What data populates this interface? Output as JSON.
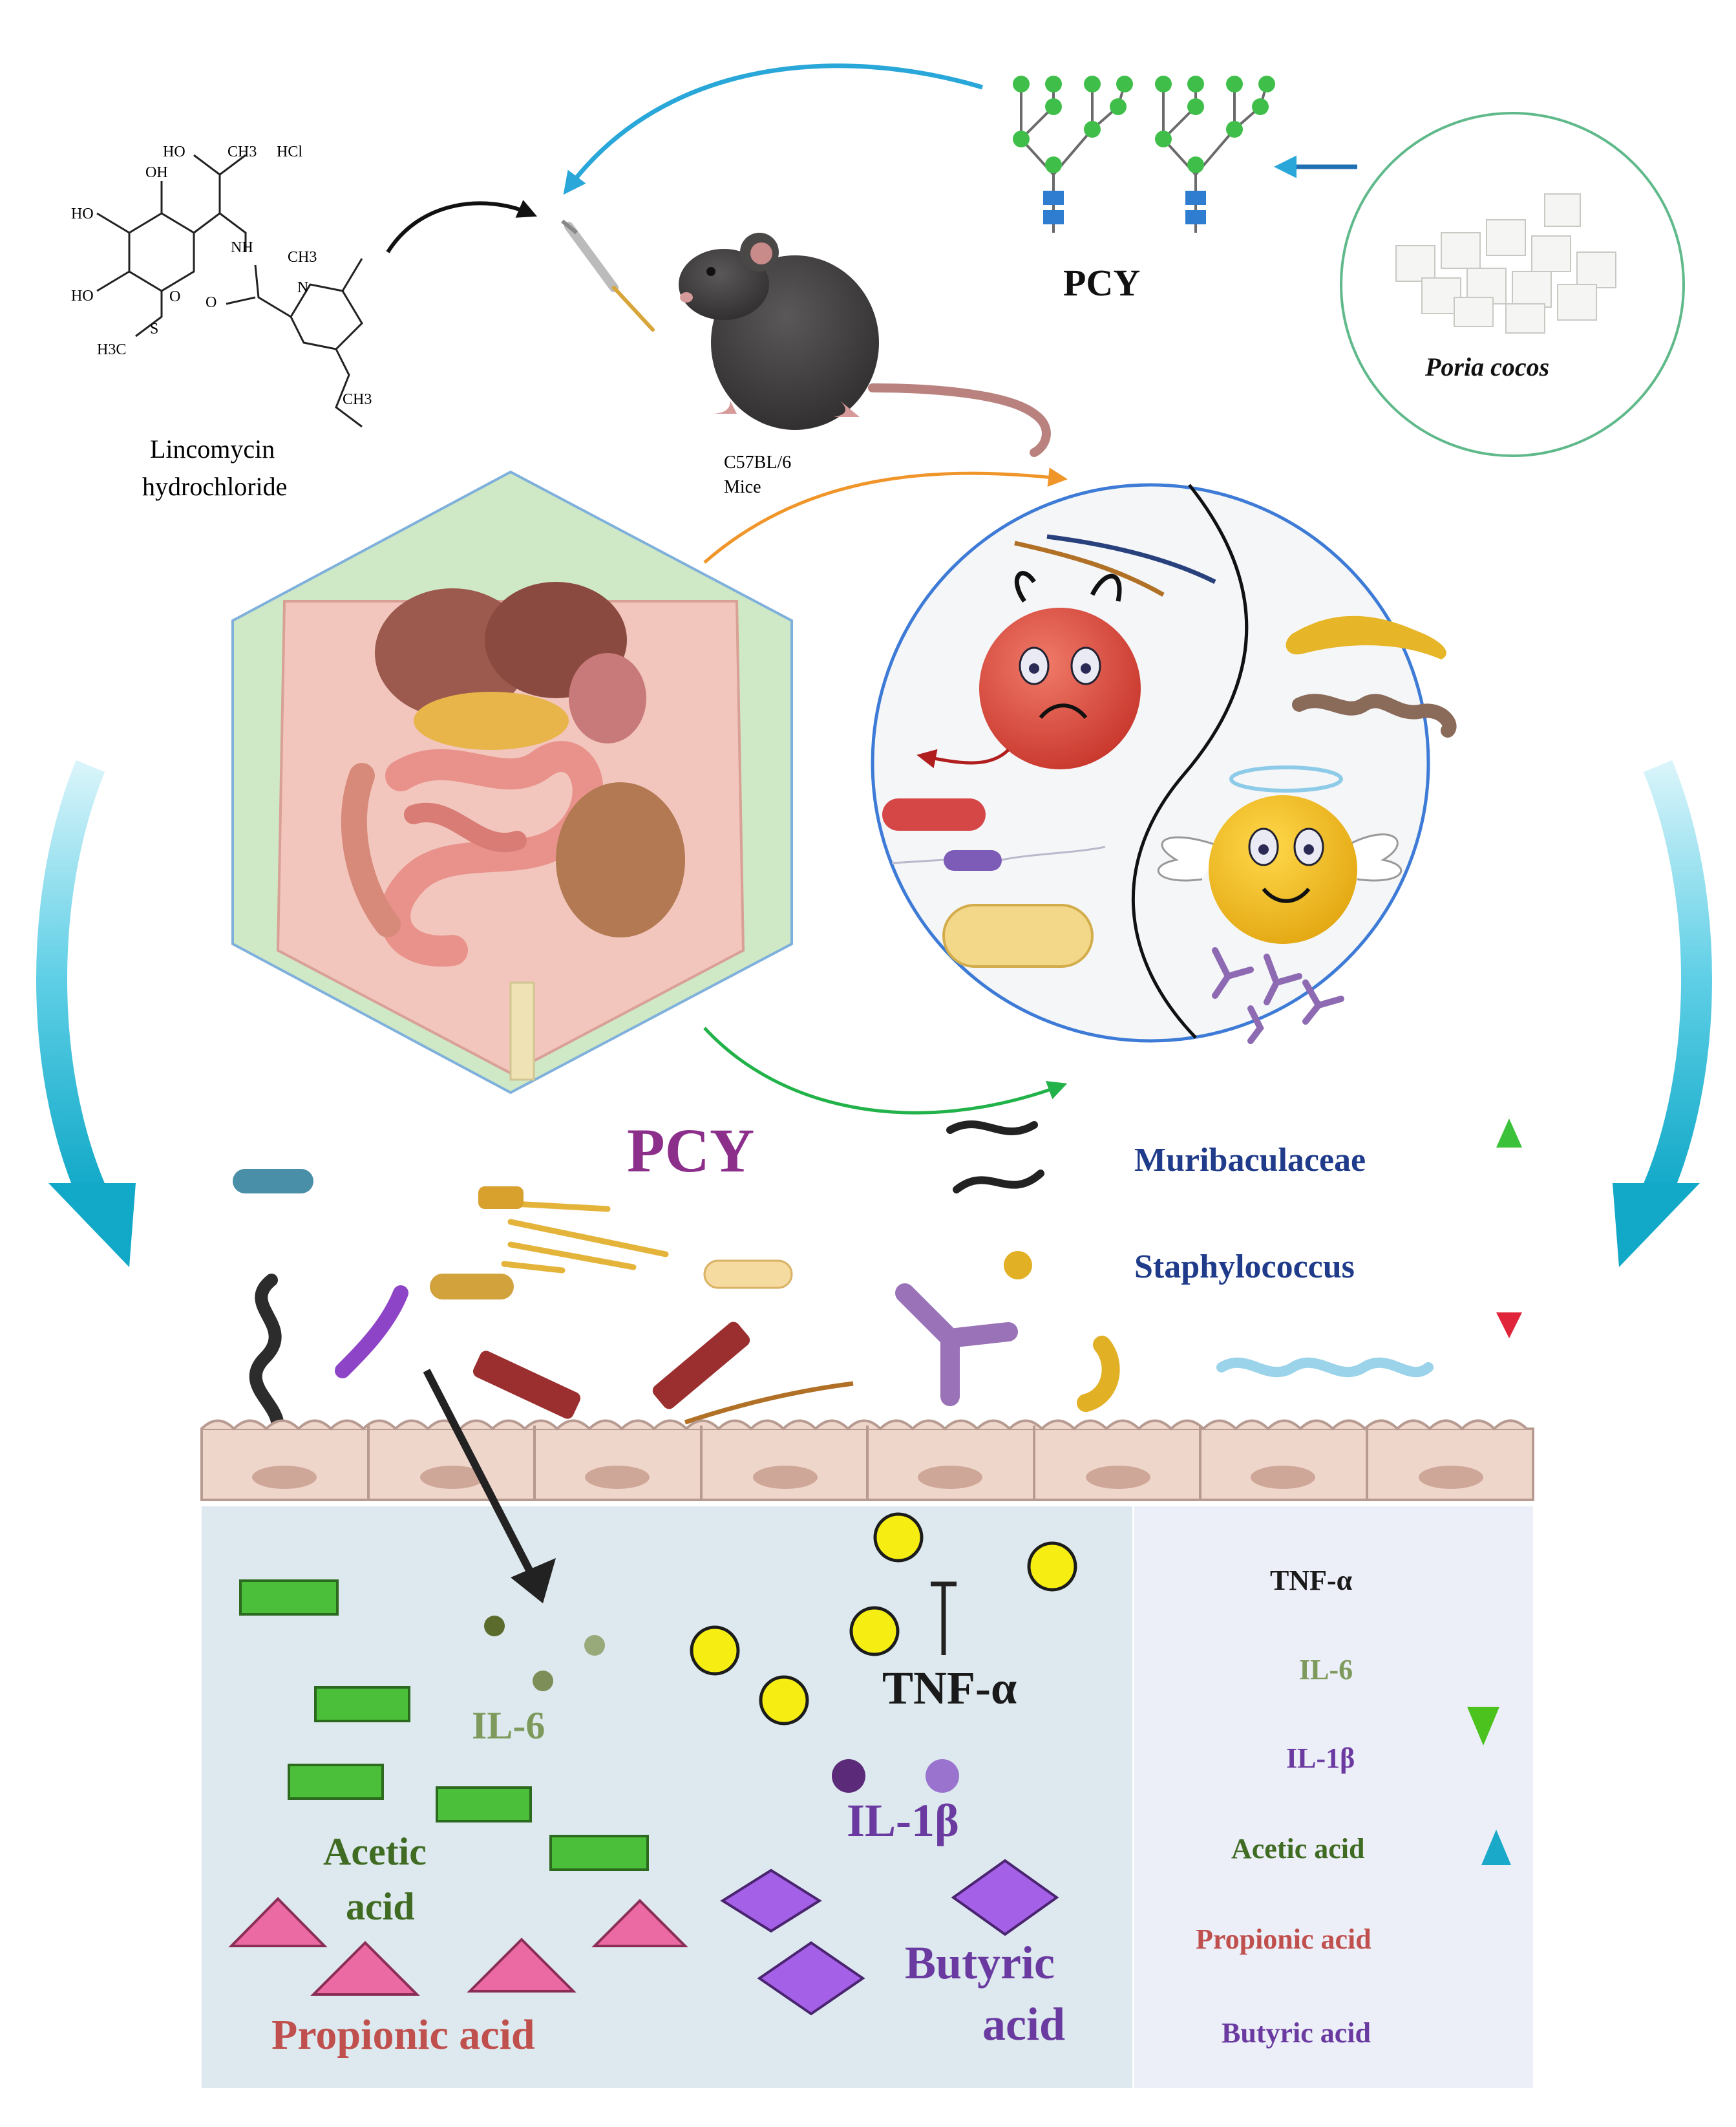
{
  "top": {
    "drug_name_line1": "Lincomycin",
    "drug_name_line2": "hydrochloride",
    "mouse_line1": "C57BL/6",
    "mouse_line2": "Mice",
    "pcy_top": "PCY",
    "poria": "Poria cocos"
  },
  "structure_labels": {
    "ho_top": "HO",
    "ch3_top": "CH3",
    "hcl": "HCl",
    "oh1": "OH",
    "ho_left1": "HO",
    "nh": "NH",
    "ch3_n": "CH3",
    "ho_left2": "HO",
    "o_ring": "O",
    "n": "N",
    "o_amide": "O",
    "s": "S",
    "h3c": "H3C",
    "ch3_end": "CH3"
  },
  "middle": {
    "pcy_mid": "PCY",
    "taxon_up": "Muribaculaceae",
    "taxon_down": "Staphylococcus"
  },
  "lumen": {
    "il6": "IL-6",
    "tnf": "TNF-α",
    "il1b": "IL-1β",
    "acetic_line1": "Acetic",
    "acetic_line2": "acid",
    "butyric_line1": "Butyric",
    "butyric_line2": "acid",
    "propionic": "Propionic acid"
  },
  "summary": {
    "down": [
      "TNF-α",
      "IL-6",
      "IL-1β"
    ],
    "up": [
      "Acetic acid",
      "Propionic acid",
      "Butyric acid"
    ]
  },
  "colors": {
    "cyan_arrow": "#17b3cf",
    "green_arrow": "#3cc23a",
    "red_arrow": "#e0253a",
    "pcy_purple": "#8b2f8b",
    "taxon_blue": "#1f3b8a",
    "acetic_green": "#3f6b22",
    "propionic_red": "#c0504d",
    "butyric_purple": "#6a3aa0",
    "il6_olive": "#7d9a5c"
  }
}
